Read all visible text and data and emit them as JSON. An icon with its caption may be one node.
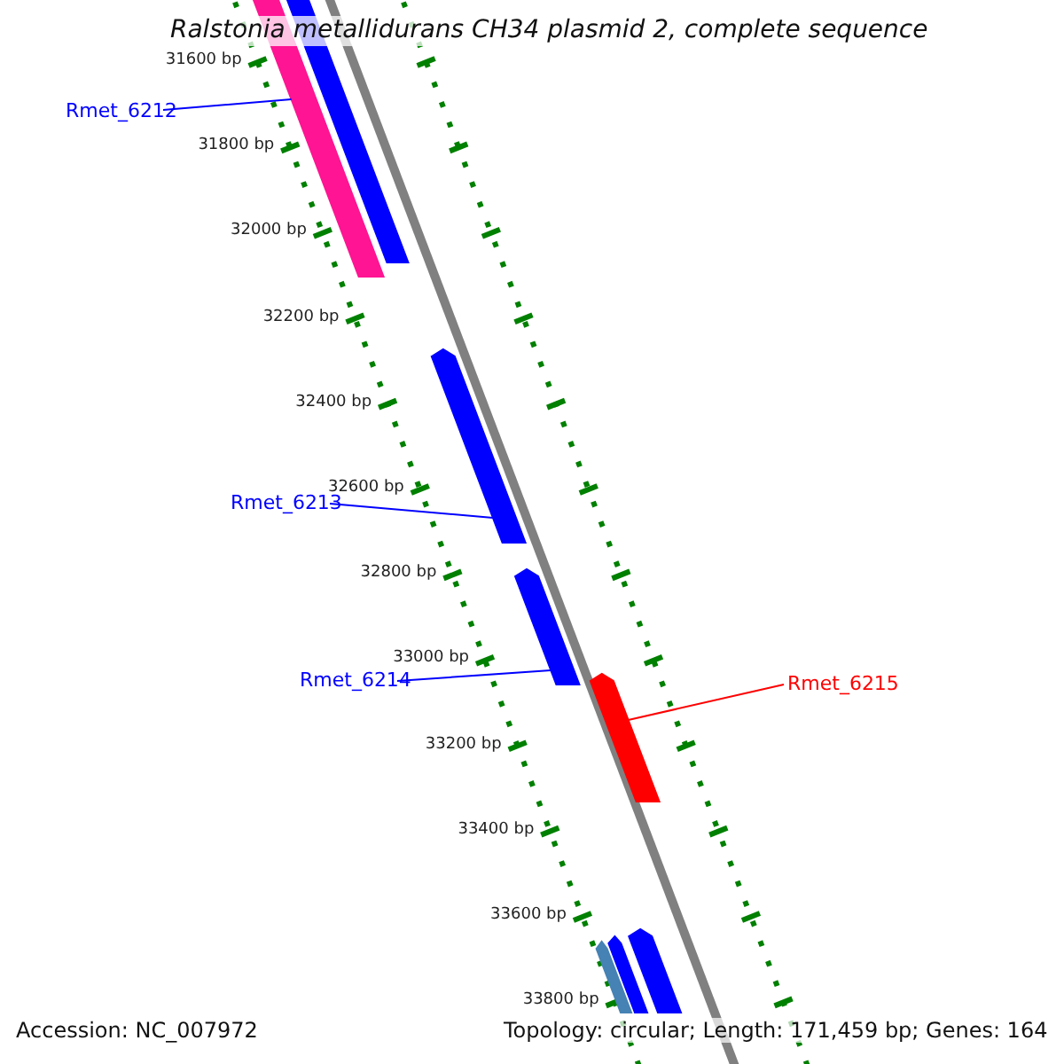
{
  "diagram": {
    "title": "Ralstonia metallidurans CH34 plasmid 2, complete sequence",
    "nodes": [
      {
        "text": [
          "Rmet_6212"
        ]
      },
      {
        "text": [],
        "shape": "bar"
      },
      {
        "text": [
          "Rmet_6213"
        ]
      },
      {
        "text": [],
        "shape": "bar"
      },
      {
        "text": [
          "Rmet_6214"
        ]
      },
      {
        "text": [],
        "shape": "bar"
      },
      {
        "text": [
          "Rmet_6215"
        ]
      },
      {
        "text": [],
        "shape": "bar"
      },
      {
        "text": [],
        "shape": "bar"
      },
      {
        "text": [],
        "shape": "bar"
      },
      {
        "text": [],
        "shape": "bar"
      },
      {
        "text": [],
        "shape": "bar"
      }
    ],
    "edges": [
      {
        "from": 0,
        "to": 1,
        "arrow": "none"
      },
      {
        "from": 2,
        "to": 3,
        "arrow": "none"
      },
      {
        "from": 4,
        "to": 5,
        "arrow": "none"
      },
      {
        "from": 6,
        "to": 7,
        "arrow": "none",
        "color": "#ff0000"
      }
    ],
    "labels": [
      "31600 bp",
      "31800 bp",
      "32000 bp",
      "32200 bp",
      "32400 bp",
      "32600 bp",
      "32800 bp",
      "33000 bp",
      "33200 bp",
      "33400 bp",
      "33600 bp",
      "33800 bp",
      "Accession: NC_007972",
      "Topology: circular; Length: 171,459 bp; Genes: 164"
    ]
  }
}
